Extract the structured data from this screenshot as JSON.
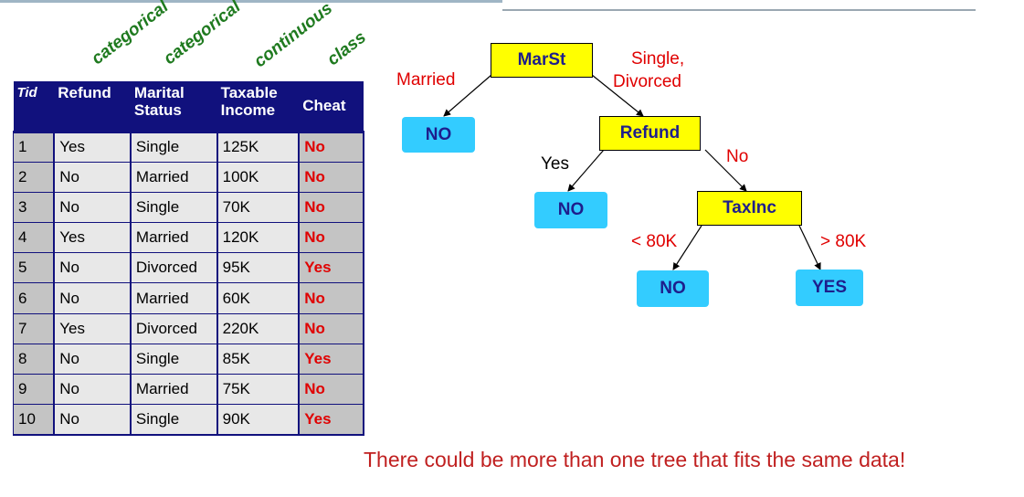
{
  "column_types": [
    "categorical",
    "categorical",
    "continuous",
    "class"
  ],
  "table": {
    "headers": {
      "tid": "Tid",
      "refund": "Refund",
      "marital_line1": "Marital",
      "marital_line2": "Status",
      "income_line1": "Taxable",
      "income_line2": "Income",
      "cheat": "Cheat"
    },
    "rows": [
      {
        "tid": "1",
        "refund": "Yes",
        "marital": "Single",
        "income": "125K",
        "cheat": "No"
      },
      {
        "tid": "2",
        "refund": "No",
        "marital": "Married",
        "income": "100K",
        "cheat": "No"
      },
      {
        "tid": "3",
        "refund": "No",
        "marital": "Single",
        "income": "70K",
        "cheat": "No"
      },
      {
        "tid": "4",
        "refund": "Yes",
        "marital": "Married",
        "income": "120K",
        "cheat": "No"
      },
      {
        "tid": "5",
        "refund": "No",
        "marital": "Divorced",
        "income": "95K",
        "cheat": "Yes"
      },
      {
        "tid": "6",
        "refund": "No",
        "marital": "Married",
        "income": "60K",
        "cheat": "No"
      },
      {
        "tid": "7",
        "refund": "Yes",
        "marital": "Divorced",
        "income": "220K",
        "cheat": "No"
      },
      {
        "tid": "8",
        "refund": "No",
        "marital": "Single",
        "income": "85K",
        "cheat": "Yes"
      },
      {
        "tid": "9",
        "refund": "No",
        "marital": "Married",
        "income": "75K",
        "cheat": "No"
      },
      {
        "tid": "10",
        "refund": "No",
        "marital": "Single",
        "income": "90K",
        "cheat": "Yes"
      }
    ]
  },
  "tree": {
    "nodes": {
      "marst": "MarSt",
      "leaf_married": "NO",
      "refund": "Refund",
      "leaf_refund_yes": "NO",
      "taxinc": "TaxInc",
      "leaf_lt80": "NO",
      "leaf_gt80": "YES"
    },
    "edges": {
      "married": "Married",
      "single_divorced_line1": "Single,",
      "single_divorced_line2": "Divorced",
      "yes": "Yes",
      "no": "No",
      "lt80": "< 80K",
      "gt80": "> 80K"
    }
  },
  "note": "There could be more than one tree that fits the same data!",
  "colors": {
    "header_bg": "#11117d",
    "attribute_node": "#ffff00",
    "leaf_node": "#33ccff",
    "class_value": "#e00000",
    "column_type_text": "#1f7a1f",
    "note_text": "#c02020"
  }
}
